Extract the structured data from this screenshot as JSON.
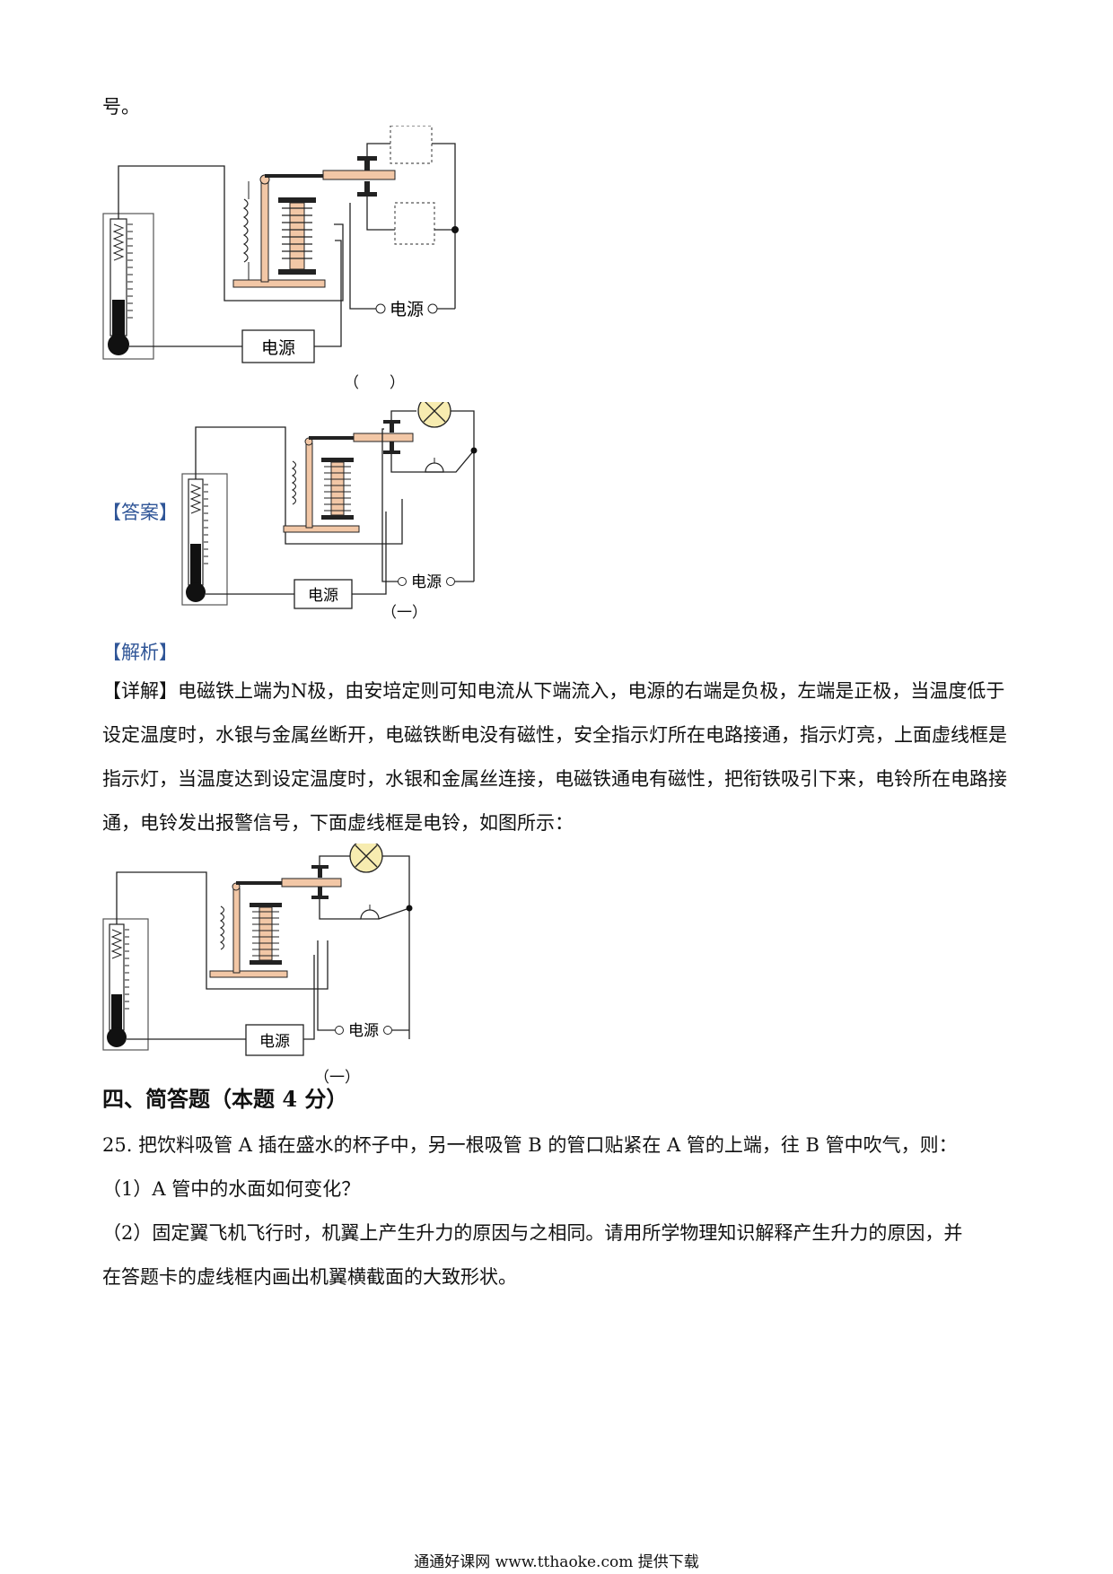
{
  "top_fragment": "号。",
  "figure_question": {
    "caption": "（　　）",
    "power_left": "电源",
    "power_right": "电源"
  },
  "answer": {
    "tag": "【答案】",
    "caption": "（一）",
    "power_left": "电源",
    "power_right": "电源"
  },
  "analysis": {
    "tag": "【解析】",
    "detail_tag": "【详解】",
    "detail_text": "电磁铁上端为N极，由安培定则可知电流从下端流入，电源的右端是负极，左端是正极，当温度低于设定温度时，水银与金属丝断开，电磁铁断电没有磁性，安全指示灯所在电路接通，指示灯亮，上面虚线框是指示灯，当温度达到设定温度时，水银和金属丝连接，电磁铁通电有磁性，把衔铁吸引下来，电铃所在电路接通，电铃发出报警信号，下面虚线框是电铃，如图所示："
  },
  "figure_solution": {
    "caption": "（一）",
    "power_left": "电源",
    "power_right": "电源"
  },
  "section_heading": "四、简答题（本题 4 分）",
  "question25": {
    "stem": "25. 把饮料吸管 A 插在盛水的杯子中，另一根吸管 B 的管口贴紧在 A 管的上端，往 B 管中吹气，则：",
    "part1": "（1）A 管中的水面如何变化？",
    "part2_line1": "（2）固定翼飞机飞行时，机翼上产生升力的原因与之相同。请用所学物理知识解释产生升力的原因，并",
    "part2_line2": "在答题卡的虚线框内画出机翼横截面的大致形状。"
  },
  "footer": "通通好课网  www.tthaoke.com  提供下载",
  "colors": {
    "tag_blue": "#2f5597",
    "relay_tan": "#f2c7a6",
    "lamp_yellow": "#f7ecb0"
  },
  "icons": [
    "thermometer-icon",
    "electromagnet-icon",
    "lamp-icon",
    "bell-icon"
  ]
}
